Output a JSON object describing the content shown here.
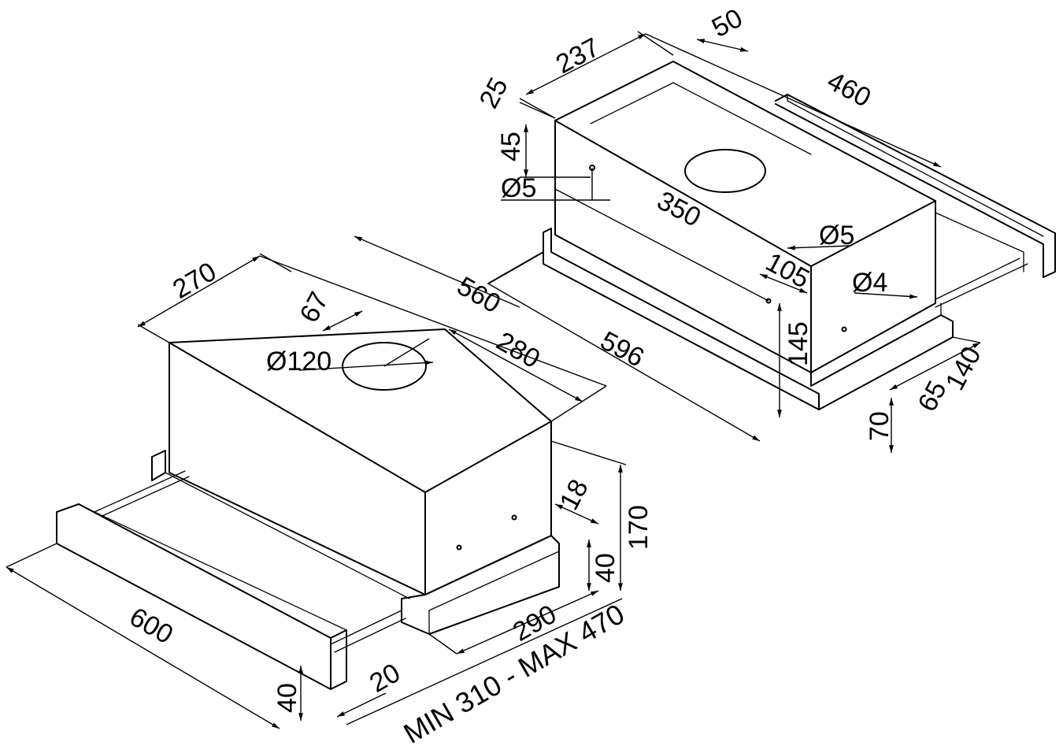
{
  "views": {
    "rear_view": {
      "dims": {
        "d50": "50",
        "d237": "237",
        "d25": "25",
        "d460": "460",
        "d45": "45",
        "d5a": "Ø5",
        "d350": "350",
        "d5b": "Ø5",
        "d105": "105",
        "d4": "Ø4",
        "d145": "145",
        "d596": "596",
        "d65": "65",
        "d140": "140",
        "d70": "70"
      }
    },
    "front_view": {
      "dims": {
        "d270": "270",
        "d560": "560",
        "d67": "67",
        "d120": "Ø120",
        "d280": "280",
        "d18": "18",
        "d170": "170",
        "d40a": "40",
        "d290": "290",
        "d600": "600",
        "d40b": "40",
        "d20": "20",
        "dminmax": "MIN 310 - MAX 470"
      }
    }
  }
}
